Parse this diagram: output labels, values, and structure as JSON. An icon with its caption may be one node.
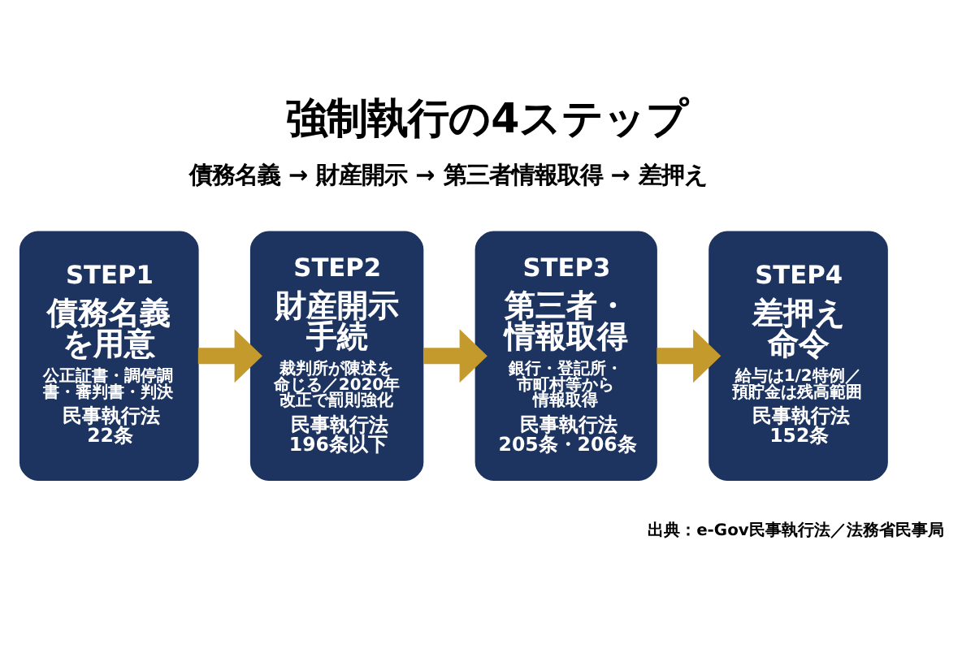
{
  "diagram": {
    "title": "強制執行の4ステップ",
    "caption": "出典：e-Gov民事執行法／法務省民事局",
    "nodes": [
      {
        "text": [
          "STEP1",
          "債務名義を用意",
          "公正証書・調停調書・審判書・判決",
          "民事執行法22条"
        ]
      },
      {
        "text": [
          "STEP2",
          "財産開示手続",
          "裁判所が陳述を命じる／2020年改正で罰則強化",
          "民事執行法196条以下"
        ]
      },
      {
        "text": [
          "STEP3",
          "第三者・情報取得",
          "銀行・登記所・市町村等から情報取得",
          "民事執行法205条・206条"
        ]
      },
      {
        "text": [
          "STEP4",
          "差押え命令",
          "給与は1/2特例／預貯金は残高範囲",
          "民事執行法152条"
        ]
      }
    ],
    "edges": [
      {
        "from": 0,
        "to": 1,
        "arrow": "to"
      },
      {
        "from": 1,
        "to": 2,
        "arrow": "to"
      },
      {
        "from": 2,
        "to": 3,
        "arrow": "to"
      }
    ],
    "labels": [
      "債務名義 → 財産開示 → 第三者情報取得 → 差押え"
    ]
  }
}
